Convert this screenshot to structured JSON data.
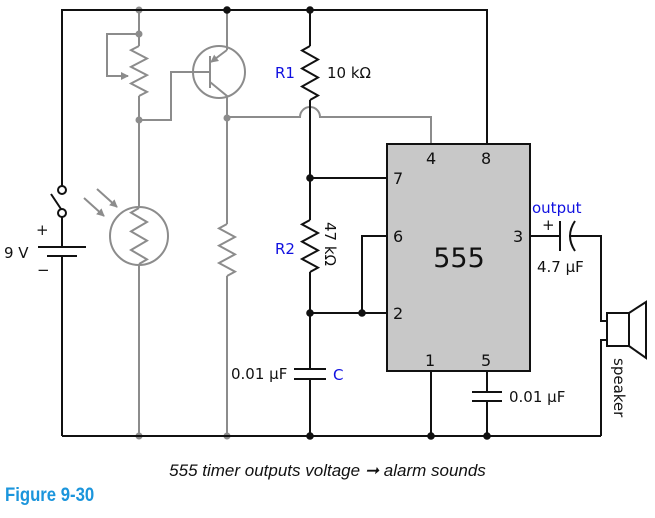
{
  "colors": {
    "wire": "#111111",
    "gray_wire": "#8c8c8c",
    "label_blue": "#1010e0",
    "chip_fill": "#c8c8c8",
    "figure_blue": "#1b95dc"
  },
  "battery": {
    "voltage": "9 V",
    "plus": "+",
    "minus": "−"
  },
  "r1": {
    "name": "R1",
    "value": "10 kΩ"
  },
  "r2": {
    "name": "R2",
    "value": "47 kΩ"
  },
  "c_timing": {
    "name": "C",
    "value": "0.01 μF"
  },
  "c_control": {
    "value": "0.01 μF"
  },
  "c_output": {
    "name": "output",
    "plus": "+",
    "value": "4.7 μF"
  },
  "chip": {
    "name": "555",
    "pins": {
      "p1": "1",
      "p2": "2",
      "p3": "3",
      "p4": "4",
      "p5": "5",
      "p6": "6",
      "p7": "7",
      "p8": "8"
    }
  },
  "speaker": {
    "label": "speaker"
  },
  "caption": "555 timer outputs voltage ➞ alarm sounds",
  "figure_label": "Figure 9-30"
}
